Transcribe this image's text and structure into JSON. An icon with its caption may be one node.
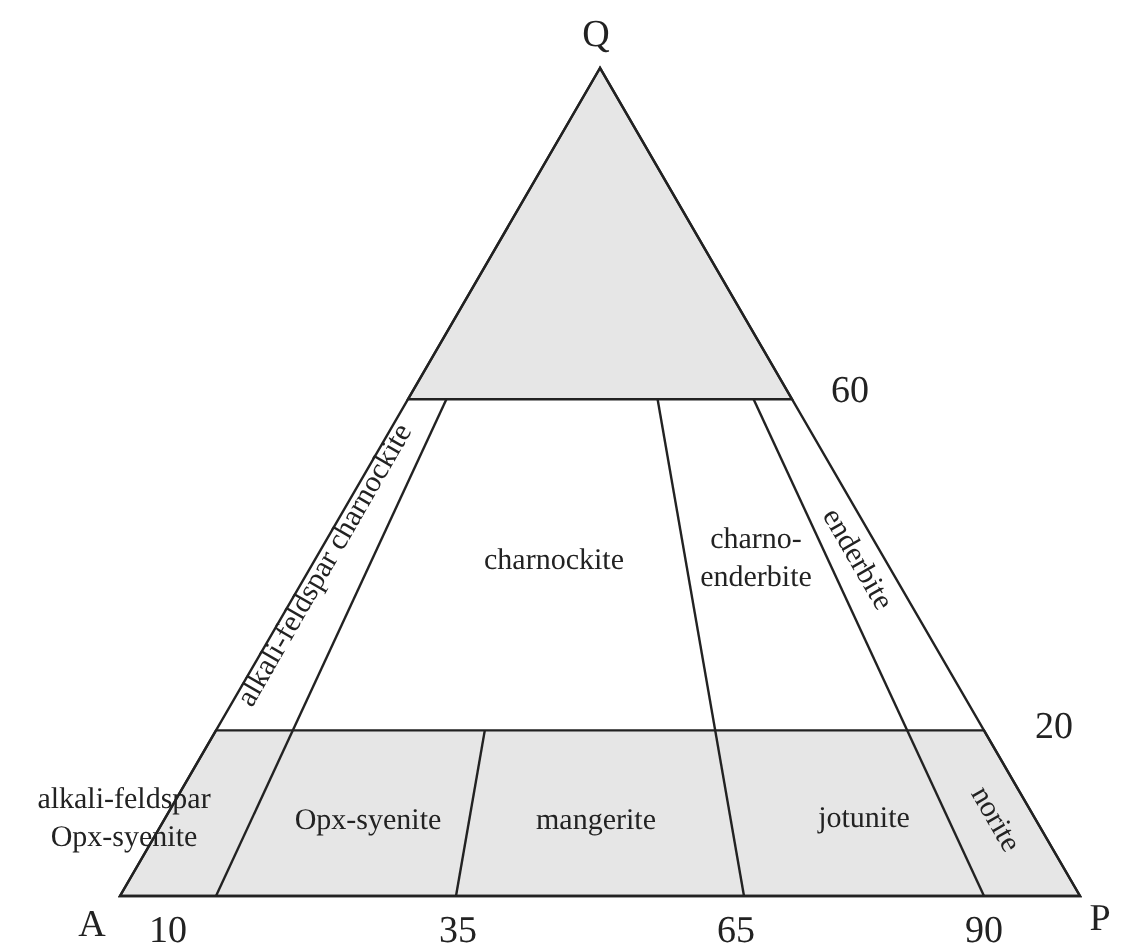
{
  "diagram": {
    "labels": [
      "Q",
      "60",
      "alkali-feldspar charnockite",
      "charnockite",
      "charno-enderbite",
      "enderbite",
      "20",
      "alkali-feldspar Opx-syenite",
      "Opx-syenite",
      "mangerite",
      "jotunite",
      "norite",
      "A",
      "10",
      "35",
      "65",
      "90",
      "P"
    ]
  }
}
